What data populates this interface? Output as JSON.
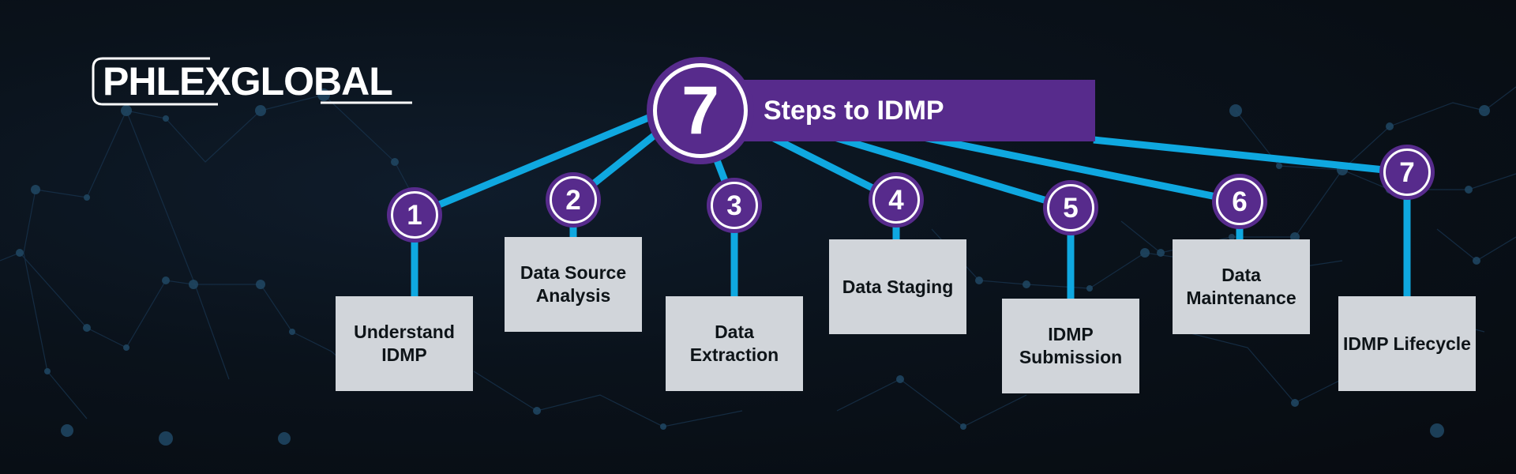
{
  "brand": {
    "name": "PHLEXGLOBAL"
  },
  "title": {
    "number": "7",
    "text": "Steps to IDMP"
  },
  "steps": [
    {
      "number": "1",
      "label": "Understand IDMP"
    },
    {
      "number": "2",
      "label": "Data Source Analysis"
    },
    {
      "number": "3",
      "label": "Data Extraction"
    },
    {
      "number": "4",
      "label": "Data Staging"
    },
    {
      "number": "5",
      "label": "IDMP Submission"
    },
    {
      "number": "6",
      "label": "Data Maintenance"
    },
    {
      "number": "7",
      "label": "IDMP Lifecycle"
    }
  ],
  "colors": {
    "background": "#0a121b",
    "accent_purple": "#572b8c",
    "connector_cyan": "#0fa8e0",
    "box_fill": "#d1d5da",
    "text_dark": "#0e1418",
    "text_light": "#ffffff"
  }
}
